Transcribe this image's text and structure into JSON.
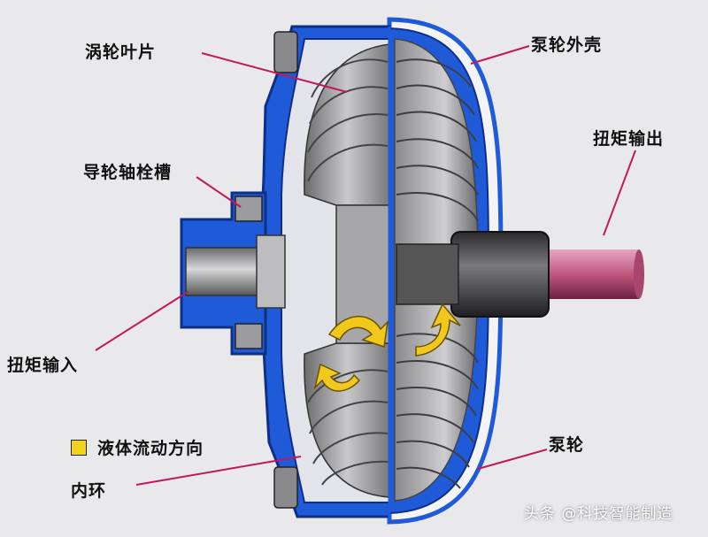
{
  "labels": {
    "turbine_blades": "涡轮叶片",
    "pump_housing": "泵轮外壳",
    "torque_output": "扭矩输出",
    "stator_bolt_slot": "导轮轴栓槽",
    "torque_input": "扭矩输入",
    "fluid_flow_direction": "液体流动方向",
    "pump": "泵轮",
    "inner_ring": "内环"
  },
  "watermark": "头条 @科技智能制造",
  "colors": {
    "housing_blue": "#1f5bd8",
    "housing_dark": "#0f2f86",
    "blade_gray": "#9a9a9c",
    "shaft_pink": "#c0577f",
    "flow_arrow_yellow": "#f2c81c",
    "leader_line": "#c2185b"
  }
}
